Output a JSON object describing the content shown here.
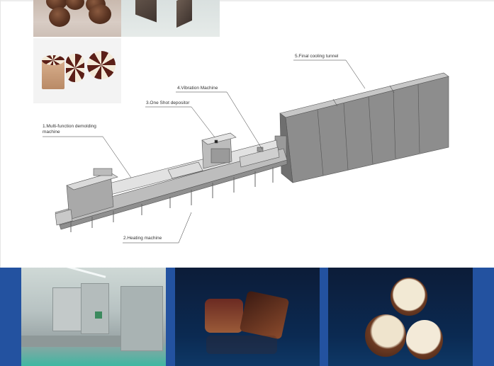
{
  "page": {
    "kind": "product brochure page — chocolate one-shot depositing production line",
    "background": "#ffffff",
    "strip_color": "#2352a0"
  },
  "product_photos": [
    {
      "id": "truffles",
      "alt": "Round chocolate truffles on plastic sheet"
    },
    {
      "id": "bars",
      "alt": "Chocolate bars with textured surface"
    },
    {
      "id": "swirl",
      "alt": "Swirled dark and white chocolate pralines, one cut open"
    }
  ],
  "diagram": {
    "labels": [
      {
        "id": "demolding",
        "text_line1": "1.Multi-function  demolding",
        "text_line2": "machine"
      },
      {
        "id": "heating",
        "text": "2.Heating machine"
      },
      {
        "id": "depositor",
        "text": "3.One Shot depositor"
      },
      {
        "id": "vibration",
        "text": "4.Vibration Machine"
      },
      {
        "id": "cooling",
        "text": "5.Final cooling tunnel"
      }
    ]
  },
  "bottom_photos": [
    {
      "id": "factory",
      "alt": "Stainless steel chocolate production line in clean factory"
    },
    {
      "id": "square-praline",
      "alt": "Square filled chocolate praline cut in half on dark blue"
    },
    {
      "id": "shell-cups",
      "alt": "Three chocolate shells with white cream filling on dark blue"
    }
  ]
}
